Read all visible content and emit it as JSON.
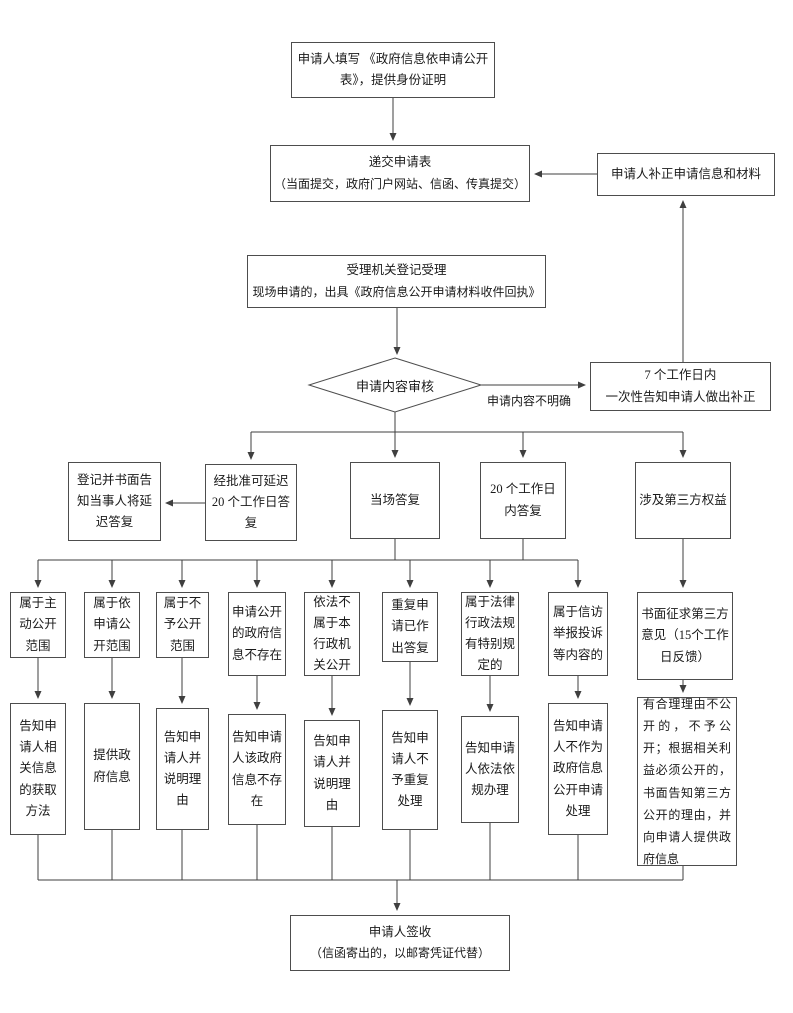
{
  "nodes": {
    "fill_form": "申请人填写 《政府信息依申请公开表》，提供身份证明",
    "submit": {
      "title": "递交申请表",
      "sub": "（当面提交，政府门户网站、信函、传真提交）"
    },
    "correction": "申请人补正申请信息和材料",
    "accept": {
      "line1": "受理机关登记受理",
      "line2": "现场申请的，出具《政府信息公开申请材料收件回执》"
    },
    "review": "申请内容审核",
    "unclear": "申请内容不明确",
    "notify7": {
      "line1": "7 个工作日内",
      "line2": "一次性告知申请人做出补正"
    },
    "delay_notice": "登记并书面告知当事人将延迟答复",
    "approved_delay": "经批准可延迟 20 个工作日答复",
    "onsite_reply": "当场答复",
    "reply_20days": "20 个工作日内答复",
    "third_party": "涉及第三方权益",
    "sign": {
      "title": "申请人签收",
      "sub": "（信函寄出的，以邮寄凭证代替）"
    }
  },
  "conditions": [
    "属于主动公开范围",
    "属于依申请公开范围",
    "属于不予公开范围",
    "申请公开的政府信息不存在",
    "依法不属于本行政机关公开",
    "重复申请已作出答复",
    "属于法律行政法规有特别规定的",
    "属于信访举报投诉等内容的",
    "书面征求第三方意见（15个工作日反馈）"
  ],
  "actions": [
    "告知申请人相关信息的获取方法",
    "提供政府信息",
    "告知申请人并说明理由",
    "告知申请人该政府信息不存在",
    "告知申请人并说明理由",
    "告知申请人不予重复处理",
    "告知申请人依法依规办理",
    "告知申请人不作为政府信息公开申请处理",
    "有合理理由不公开的，不予公开；根据相关利益必须公开的，书面告知第三方公开的理由，并向申请人提供政府信息"
  ],
  "colors": {
    "line": "#4d4d4d",
    "border": "#4d4d4d",
    "text": "#1a1a1a",
    "background": "#ffffff"
  }
}
